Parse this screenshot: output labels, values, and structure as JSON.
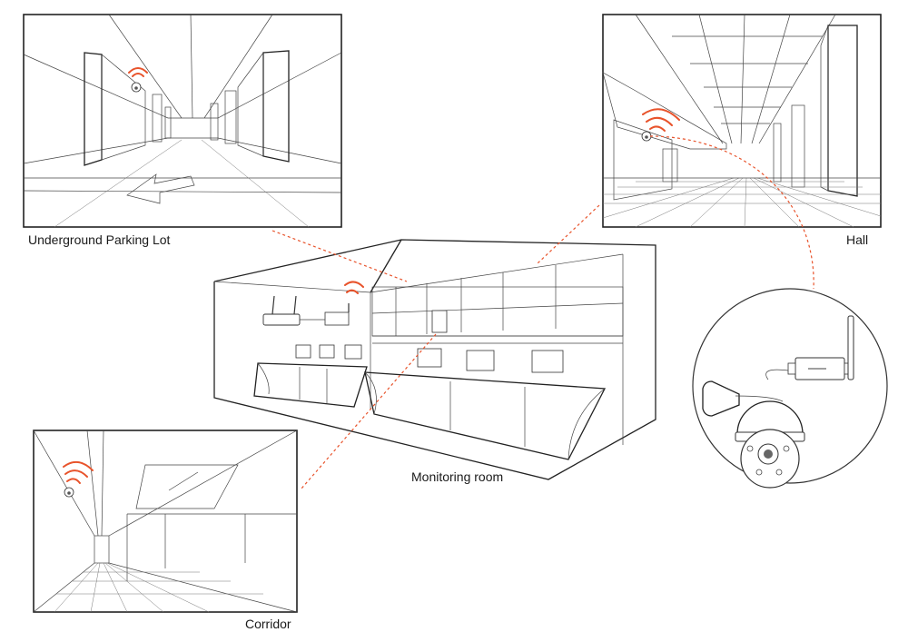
{
  "labels": {
    "parking": "Underground Parking Lot",
    "hall": "Hall",
    "monitoring": "Monitoring room",
    "corridor": "Corridor"
  },
  "colors": {
    "signal": "#e8532b",
    "line": "#333333",
    "background": "#ffffff"
  },
  "icons": [
    "wifi-signal-icon",
    "cctv-camera-icon",
    "wireless-router-icon",
    "monitor-icon"
  ]
}
